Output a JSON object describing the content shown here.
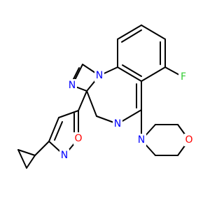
{
  "molecule": {
    "atom_labels": {
      "fluorine": "F",
      "n_bridgehead": "N",
      "n_imidazole": "N",
      "n_pyrimidine": "N",
      "n_morpholine": "N",
      "o_morpholine": "O",
      "n_isoxazole": "N",
      "o_isoxazole": "O"
    },
    "colors": {
      "bond": "#000000",
      "nitrogen": "#0000FF",
      "oxygen": "#FF0000",
      "fluorine": "#33CC33"
    }
  }
}
